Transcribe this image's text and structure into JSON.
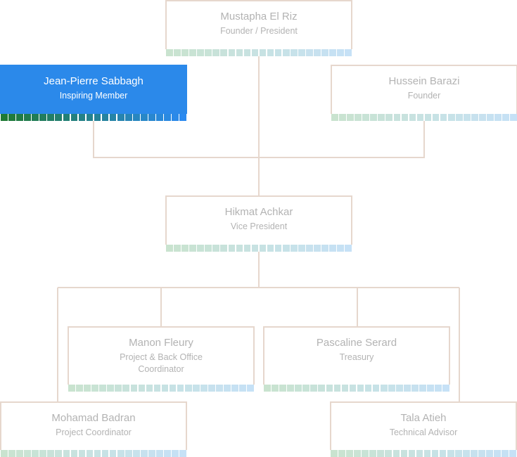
{
  "nodes": [
    {
      "id": "mustapha",
      "name": "Mustapha El Riz",
      "role": "Founder / President",
      "active": false
    },
    {
      "id": "jean-pierre",
      "name": "Jean-Pierre Sabbagh",
      "role": "Inspiring Member",
      "active": true
    },
    {
      "id": "hussein",
      "name": "Hussein Barazi",
      "role": "Founder",
      "active": false
    },
    {
      "id": "hikmat",
      "name": "Hikmat Achkar",
      "role": "Vice President",
      "active": false
    },
    {
      "id": "manon",
      "name": "Manon Fleury",
      "role": "Project & Back Office Coordinator",
      "active": false
    },
    {
      "id": "pascaline",
      "name": "Pascaline Serard",
      "role": "Treasury",
      "active": false
    },
    {
      "id": "mohamad",
      "name": "Mohamad Badran",
      "role": "Project Coordinator",
      "active": false
    },
    {
      "id": "tala",
      "name": "Tala Atieh",
      "role": "Technical Advisor",
      "active": false
    }
  ],
  "colors": {
    "border": "#e6d7cd",
    "text": "#b3b3b3",
    "connector": "#e6d7cd",
    "active_fill": "#2b89ea",
    "active_text": "#ffffff",
    "strip_from": "#c9e3cf",
    "strip_to": "#c6e1f6",
    "strip_active_from": "#1f7a35",
    "strip_active_to": "#2b8af0"
  }
}
